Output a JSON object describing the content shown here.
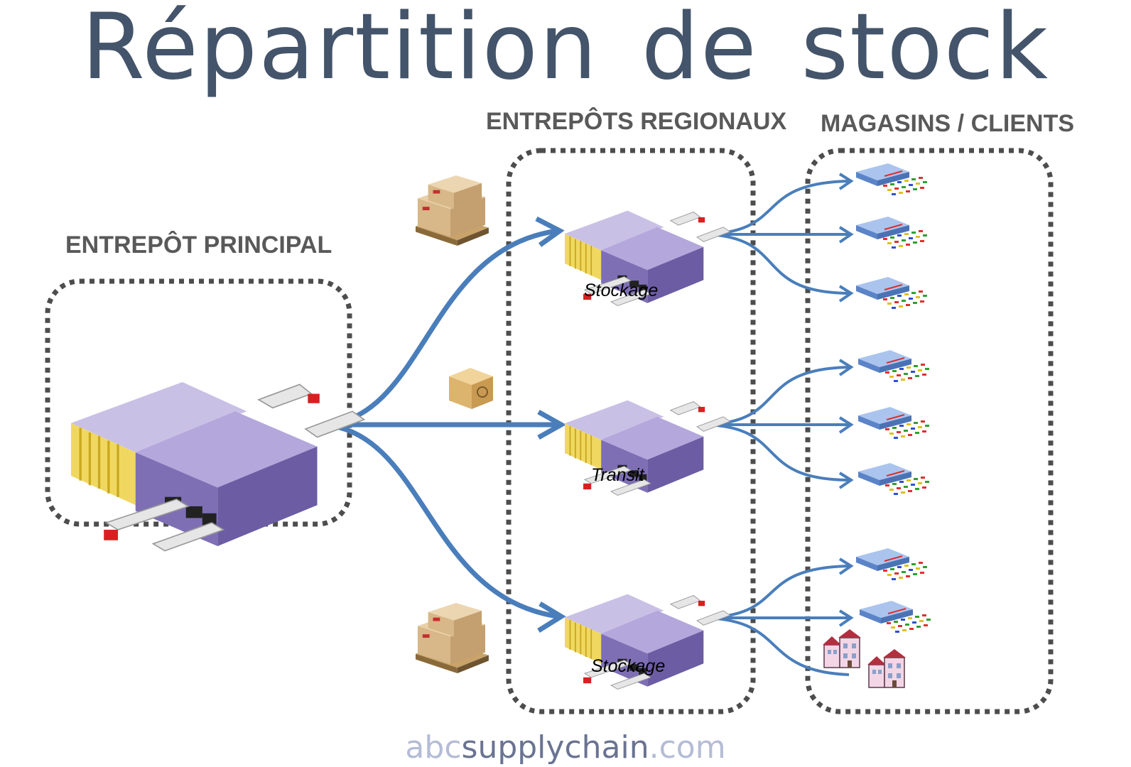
{
  "title": "Répartition de stock",
  "groups": {
    "principal": "ENTREPÔT PRINCIPAL",
    "regional": "ENTREPÔTS REGIONAUX",
    "clients": "MAGASINS / CLIENTS"
  },
  "regional_warehouses": [
    {
      "label": "Stockage"
    },
    {
      "label": "Transit"
    },
    {
      "label": "Stockage"
    }
  ],
  "footer": {
    "part1": "abc",
    "part2": "supplychain",
    "part3": ".com"
  },
  "colors": {
    "title": "#44546a",
    "arrow": "#4a7ebb",
    "warehouse": "#9b8fc7",
    "dotted_border": "#4d4d4d"
  }
}
